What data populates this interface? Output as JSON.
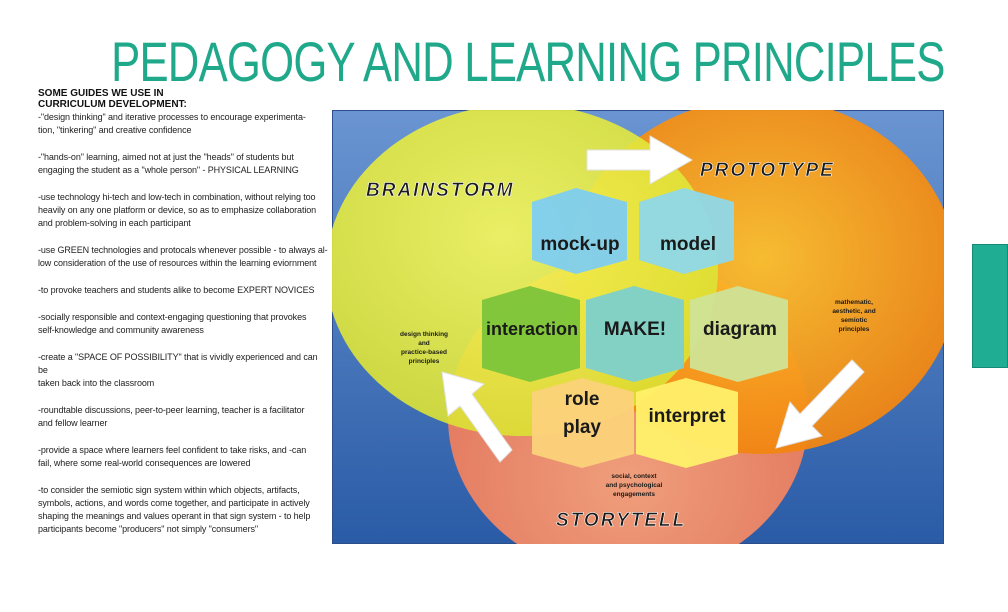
{
  "title": "PEDAGOGY AND LEARNING PRINCIPLES",
  "guides": {
    "heading": "SOME GUIDES WE USE IN\nCURRICULUM DEVELOPMENT:",
    "items": [
      "-\"design thinking\" and iterative processes to encourage experimenta-\ntion, \"tinkering\" and creative confidence",
      "-\"hands-on\" learning, aimed not at just the \"heads\" of students but\nengaging the student as a \"whole person\" - PHYSICAL LEARNING",
      "-use technology hi-tech and low-tech in combination, without relying too\nheavily on any one platform or device, so as to emphasize collaboration\nand problem-solving in each participant",
      "-use GREEN technologies and protocals whenever possible - to always al-\nlow consideration of the use of resources within the learning eviornment",
      "-to provoke teachers and students alike to become EXPERT NOVICES",
      "-socially responsible and context-engaging questioning that provokes\nself-knowledge and community awareness",
      "-create a \"SPACE OF POSSIBILITY\" that is vividly experienced and can be\ntaken back into the classroom",
      "-roundtable discussions, peer-to-peer learning, teacher is a facilitator\nand fellow learner",
      "-provide a space where learners feel confident to take risks, and -can\nfail, where some real-world consequences are lowered",
      "-to consider the semiotic sign system within which objects, artifacts,\nsymbols, actions, and words come together, and participate in actively\nshaping the meanings and values operant in that sign system - to help\nparticipants become \"producers\" not simply \"consumers\""
    ]
  },
  "diagram": {
    "sections": {
      "brainstorm": "BRAINSTORM",
      "prototype": "PROTOTYPE",
      "storytell": "STORYTELL"
    },
    "hexagons": {
      "mockup": "mock-up",
      "model": "model",
      "interaction": "interaction",
      "make": "MAKE!",
      "diagram": "diagram",
      "roleplay_1": "role",
      "roleplay_2": "play",
      "interpret": "interpret"
    },
    "notes": {
      "left_1": "design thinking",
      "left_2": "and",
      "left_3": "practice-based",
      "left_4": "principles",
      "right_1": "mathematic,",
      "right_2": "aesthetic, and",
      "right_3": "semiotic",
      "right_4": "principles",
      "bottom_1": "social, context",
      "bottom_2": "and psychological",
      "bottom_3": "engagements"
    }
  },
  "colors": {
    "title": "#1fa98a",
    "background_top": "#5a88cc",
    "background_bottom": "#2c5ea8",
    "brainstorm_circle": "#ecec3a",
    "prototype_circle": "#f59a1a",
    "storytell_circle": "#f28a6a",
    "side_tab": "#1fae93"
  }
}
